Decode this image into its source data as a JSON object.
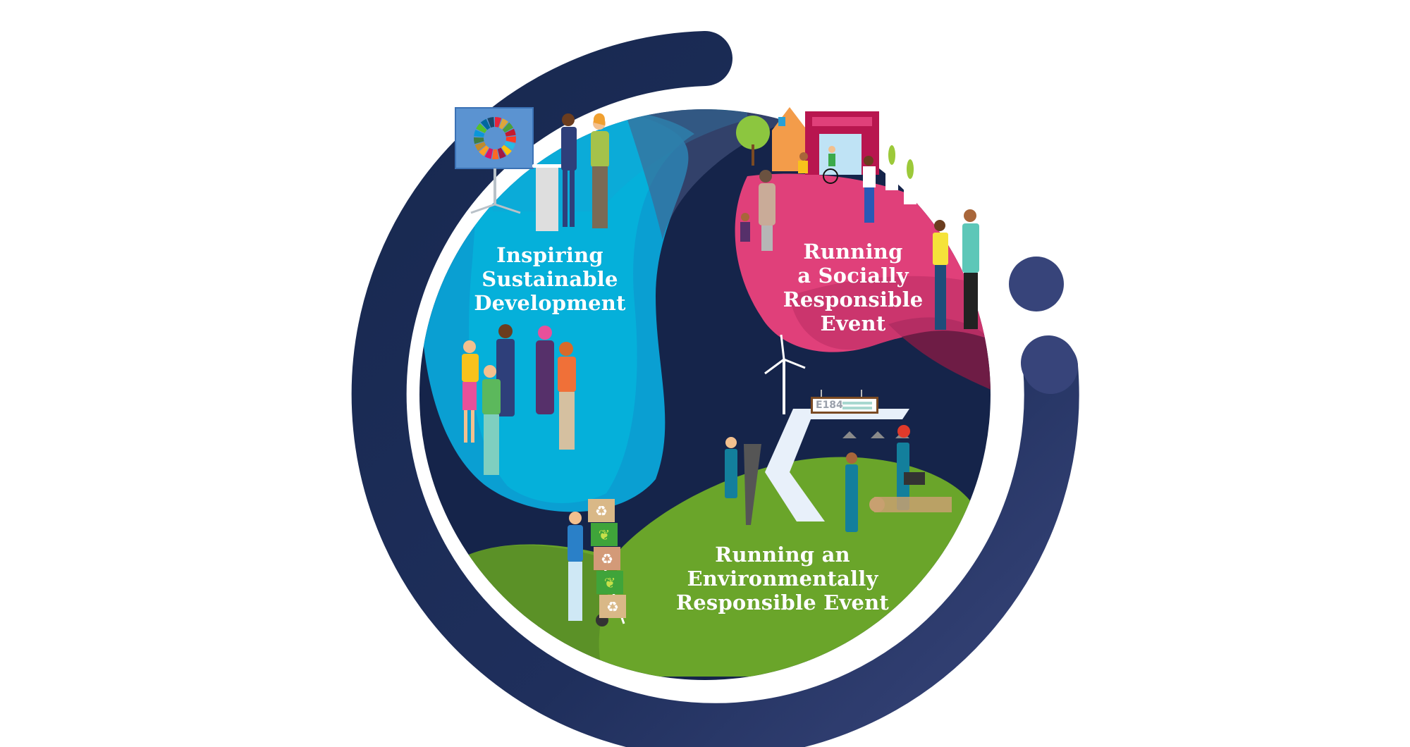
{
  "infographic": {
    "sections": [
      {
        "id": "sustainable-development",
        "lines": [
          "Inspiring",
          "Sustainable",
          "Development"
        ],
        "color": "#0aa6d6"
      },
      {
        "id": "social",
        "lines": [
          "Running",
          "a Socially",
          "Responsible",
          "Event"
        ],
        "color": "#e0407a"
      },
      {
        "id": "environmental",
        "lines": [
          "Running an",
          "Environmentally",
          "Responsible Event"
        ],
        "color": "#6aa52a"
      }
    ],
    "booth_sign": "E184",
    "colors": {
      "ring": "#1b2a52",
      "ring_end": "#37447a",
      "inner_bg": "#15244a",
      "blue": "#0aa6d6",
      "pink": "#e0407a",
      "green": "#6aa52a",
      "white": "#ffffff"
    },
    "icons": [
      "sdg-wheel-icon",
      "recycle-icon",
      "leaf-icon",
      "wind-turbine-icon",
      "wheelchair-icon"
    ]
  }
}
